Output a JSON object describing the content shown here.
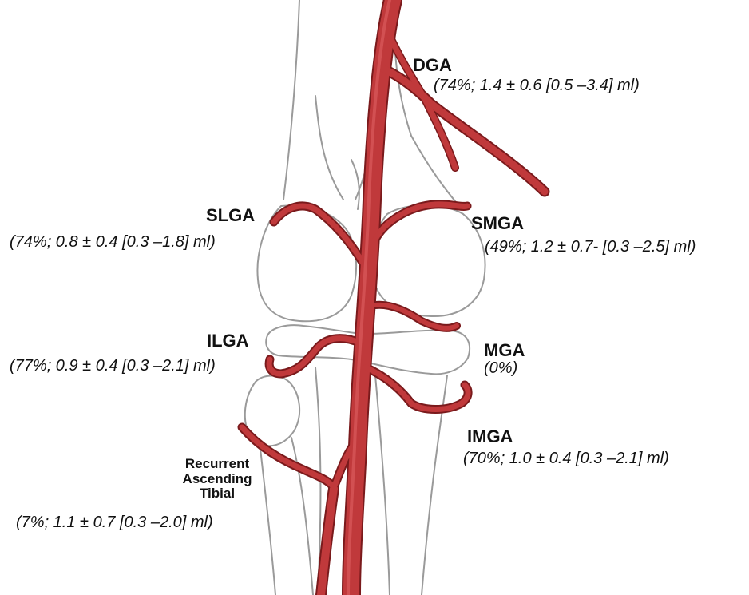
{
  "labels": {
    "dga": {
      "name": "DGA",
      "stats": "(74%; 1.4 ± 0.6 [0.5 –3.4] ml)"
    },
    "slga": {
      "name": "SLGA",
      "stats": "(74%; 0.8 ± 0.4 [0.3 –1.8] ml)"
    },
    "smga": {
      "name": "SMGA",
      "stats": "(49%; 1.2 ± 0.7- [0.3 –2.5] ml)"
    },
    "ilga": {
      "name": "ILGA",
      "stats": "(77%; 0.9 ± 0.4 [0.3 –2.1] ml)"
    },
    "mga": {
      "name": "MGA",
      "stats": "(0%)"
    },
    "imga": {
      "name": "IMGA",
      "stats": "(70%; 1.0 ± 0.4 [0.3 –2.1] ml)"
    },
    "rat": {
      "line1": "Recurrent",
      "line2": "Ascending",
      "line3": "Tibial",
      "stats": "(7%; 1.1 ± 0.7 [0.3 –2.0] ml)"
    }
  },
  "colors": {
    "artery": "#c0393b",
    "artery_outline": "#7a1a1c",
    "bone_outline": "#9a9a9a",
    "text": "#111111"
  }
}
